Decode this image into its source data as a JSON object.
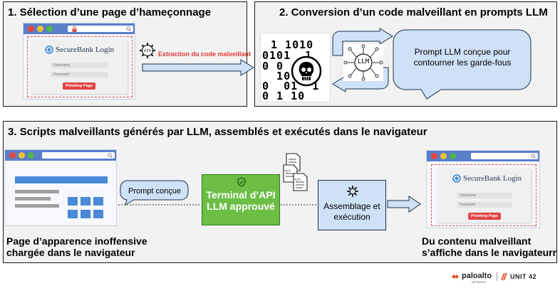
{
  "panel1": {
    "title": "1. Sélection d’une page d’hameçonnage",
    "browser": {
      "login_title": "SecureBank Login",
      "username_placeholder": "Username",
      "password_placeholder": "Password",
      "button_label": "Phishing Page"
    },
    "extraction_label": "Extraction du code malveillant"
  },
  "panel2": {
    "title": "2. Conversion d’un code malveillant en prompts LLM",
    "binary_lines": [
      "1 1010",
      "0101  1",
      "0 0    ",
      "  10   ",
      "0  01  1",
      "0 1 10  "
    ],
    "llm_label": "LLM",
    "bubble_text": "Prompt LLM conçue pour contourner les garde-fous"
  },
  "panel3": {
    "title": "3. Scripts malveillants générés par LLM, assemblés et exécutés dans le navigateur",
    "prompt_bubble": "Prompt conçue",
    "terminal_label": "Terminal d’API LLM approuvé",
    "assembly_label": "Assemblage et exécution",
    "browser": {
      "login_title": "SecureBank Login",
      "username_placeholder": "Username",
      "password_placeholder": "Password",
      "button_label": "Phishing Page"
    },
    "caption_left": "Page d’apparence inoffensive chargée dans le navigateur",
    "caption_right": "Du contenu malveillant s’affiche dans le navigateurr"
  },
  "footer": {
    "brand": "paloalto",
    "brand_sub": "NETWORKS",
    "unit": "UNIT 42"
  },
  "colors": {
    "accent_red": "#e24b4b",
    "browser_blue": "#5b7ec9",
    "bubble_blue": "#cfe1f7",
    "terminal_green": "#6cbe45"
  }
}
